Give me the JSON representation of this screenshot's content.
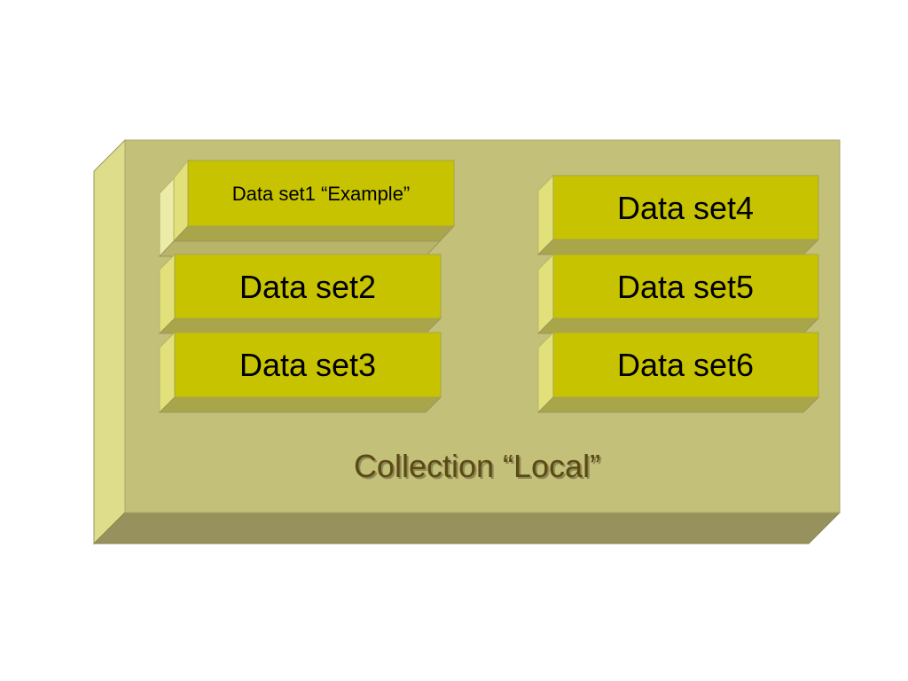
{
  "collection": {
    "label": "Collection “Local”"
  },
  "datasets": [
    {
      "label": "Data set1 “Example”"
    },
    {
      "label": "Data set2"
    },
    {
      "label": "Data set3"
    },
    {
      "label": "Data set4"
    },
    {
      "label": "Data set5"
    },
    {
      "label": "Data set6"
    }
  ],
  "colors": {
    "collection_front": "#c3c07a",
    "collection_left": "#dedd8c",
    "collection_bottom": "#97925d",
    "dataset_front": "#c7c300",
    "dataset_left": "#e2e07a",
    "dataset_bottom": "#a8a54a",
    "label_text": "#5b4a12"
  }
}
